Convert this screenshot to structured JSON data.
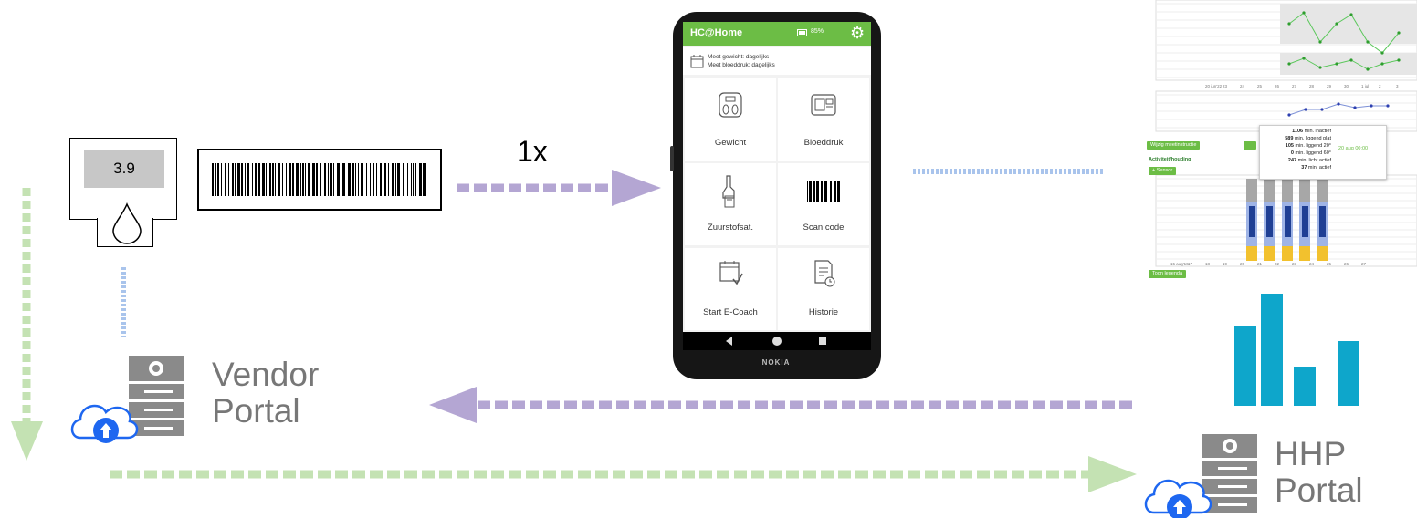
{
  "meter": {
    "reading": "3.9"
  },
  "arrow_label": "1x",
  "vendor_portal": {
    "line1": "Vendor",
    "line2": "Portal"
  },
  "hhp_portal": {
    "line1": "HHP",
    "line2": "Portal"
  },
  "phone": {
    "app_title": "HC@Home",
    "battery": "85%",
    "notice_line1": "Meet gewicht: dagelijks",
    "notice_line2": "Meet bloeddruk: dagelijks",
    "tiles": [
      "Gewicht",
      "Bloeddruk",
      "Zuurstofsat.",
      "Scan code",
      "Start E-Coach",
      "Historie"
    ],
    "brand": "NOKIA"
  },
  "dashboard": {
    "button_wijzig": "Wijzig meetinstructie",
    "tooltip_date": "20 aug 00:00",
    "tooltip_lines": [
      {
        "value": "1106",
        "text": "min. inactief"
      },
      {
        "value": "589",
        "text": "min. liggend plat"
      },
      {
        "value": "105",
        "text": "min. liggend 20°"
      },
      {
        "value": "0",
        "text": "min. liggend 60°"
      },
      {
        "value": "247",
        "text": "min. licht actief"
      },
      {
        "value": "37",
        "text": "min. actief"
      }
    ],
    "section_title": "Activiteit/houding",
    "button_sensor": "+ Sensor",
    "button_legend": "Toon legenda",
    "axis_dates_top": [
      "20 jun'22",
      "23",
      "24",
      "25",
      "26",
      "27",
      "28",
      "29",
      "30",
      "1 jul",
      "2",
      "3"
    ],
    "axis_dates_bottom": [
      "15 aug'16",
      "17",
      "18",
      "19",
      "20",
      "21",
      "22",
      "23",
      "24",
      "25",
      "26",
      "27"
    ]
  },
  "colors": {
    "purple_arrow": "#b4a6d3",
    "green_arrow": "#c4e2b3",
    "blue_dots": "#a9c4ec",
    "app_green": "#6cbd45",
    "bar_teal": "#0ea6cb",
    "cloud_blue": "#1e67f0"
  }
}
